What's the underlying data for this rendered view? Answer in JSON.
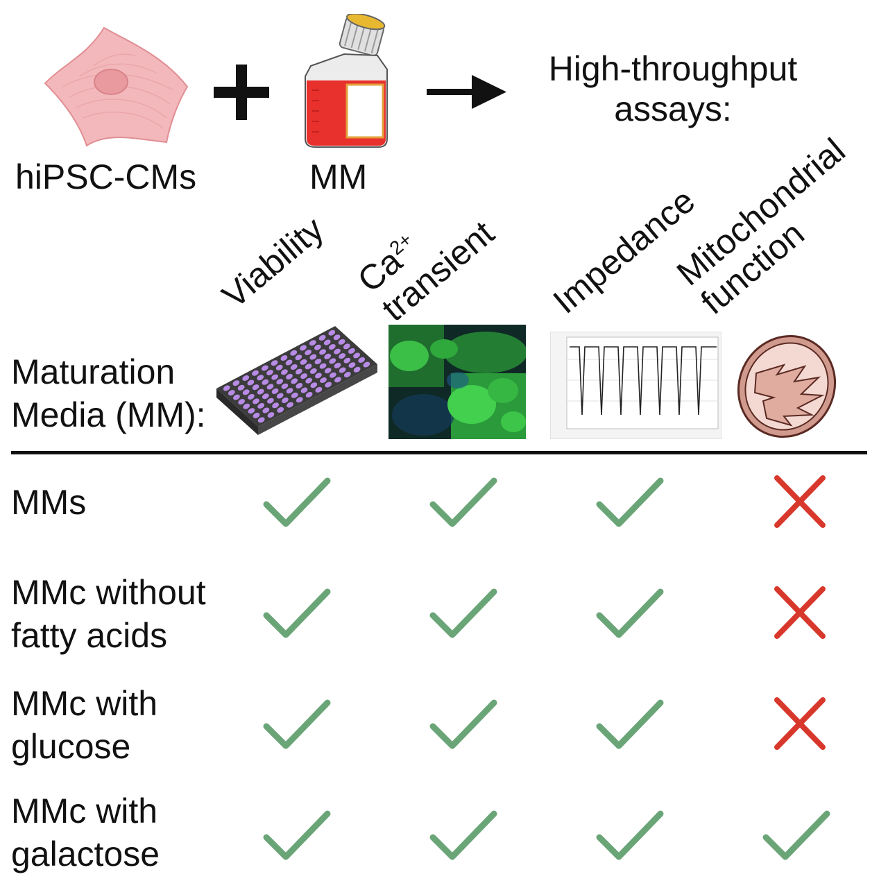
{
  "header": {
    "cells_label": "hiPSC-CMs",
    "media_label": "MM",
    "plus_symbol": "+",
    "output_line1": "High-throughput",
    "output_line2": "assays:"
  },
  "assays": [
    {
      "line1": "Viability",
      "line2": ""
    },
    {
      "line1": "Ca",
      "sup": "2+",
      "line2": "transient"
    },
    {
      "line1": "Impedance",
      "line2": ""
    },
    {
      "line1": "Mitochondrial",
      "line2": "function"
    }
  ],
  "table_header": {
    "line1": "Maturation",
    "line2": "Media (MM):"
  },
  "rows": [
    {
      "line1": "MMs",
      "line2": "",
      "results": [
        "check",
        "check",
        "check",
        "cross"
      ]
    },
    {
      "line1": "MMc without",
      "line2": "fatty acids",
      "results": [
        "check",
        "check",
        "check",
        "cross"
      ]
    },
    {
      "line1": "MMc with",
      "line2": "glucose",
      "results": [
        "check",
        "check",
        "check",
        "cross"
      ]
    },
    {
      "line1": "MMc with",
      "line2": "galactose",
      "results": [
        "check",
        "check",
        "check",
        "check"
      ]
    }
  ],
  "colors": {
    "check": "#6aa577",
    "cross": "#d8382c",
    "media_red": "#e8302c",
    "cell_pink": "#f3b8bb",
    "plate_purple": "#b88be6"
  }
}
